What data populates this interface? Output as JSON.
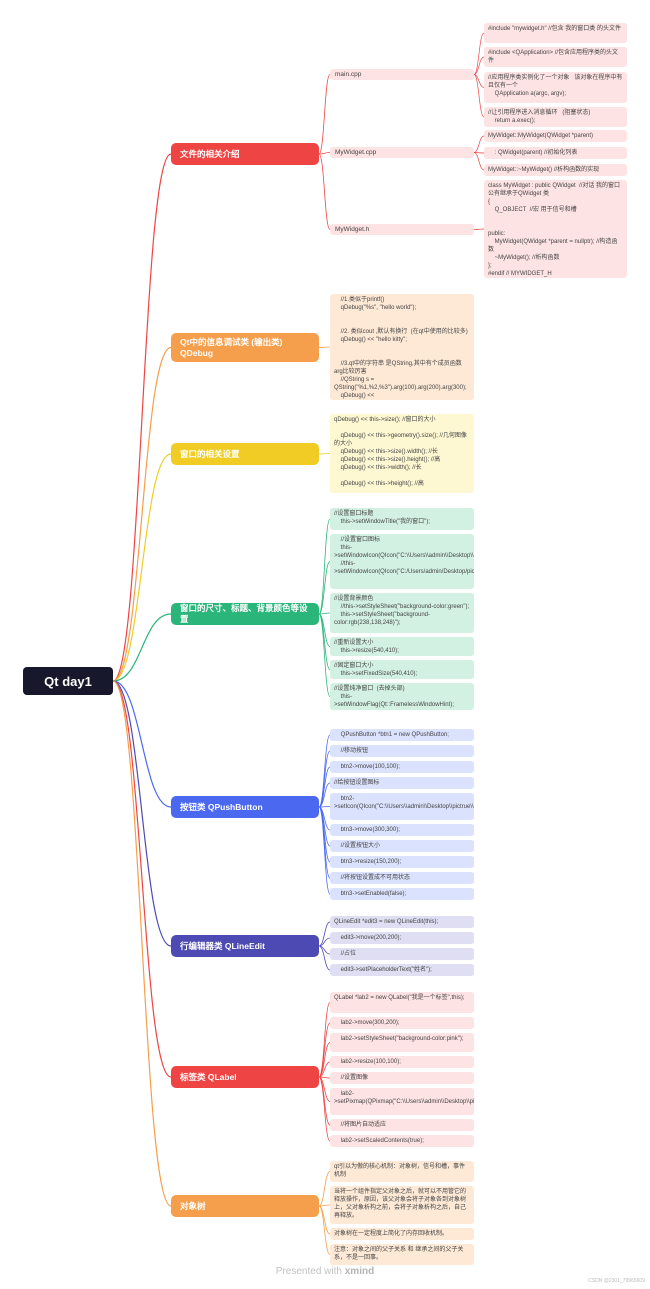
{
  "root": "Qt  day1",
  "colors": {
    "red": "#ef4444",
    "orange": "#f59e4b",
    "yellow": "#f0cc25",
    "green": "#2ab57a",
    "blue": "#4a68f0",
    "indigo": "#4e4ab3"
  },
  "branches": [
    {
      "title": "文件的相关介绍",
      "color": "#ef4444",
      "fill": "#fde3e3",
      "subs": [
        {
          "label": "main.cpp",
          "leaves": [
            "#include \"mywidget.h\" //包含 我的窗口类 的头文件",
            "#include <QApplication> //包含应用程序类的头文件",
            "//应用程序类实例化了一个对象   该对象在程序中有且仅有一个\n    QApplication a(argc, argv);",
            "//让引用程序进入消息循环   (阻塞状态)\n    return a.exec();"
          ]
        },
        {
          "label": "MyWidget.cpp",
          "leaves": [
            "MyWidget::MyWidget(QWidget *parent)",
            "    : QWidget(parent) //初始化列表",
            "MyWidget::~MyWidget() //析构函数的实现"
          ]
        },
        {
          "label": "MyWidget.h",
          "leaves": [
            "class MyWidget : public QWidget  //对话 我的窗口 公有继承于QWidget 类\n{\n    Q_OBJECT  //宏 用于信号和槽\n\n\npublic:\n    MyWidget(QWidget *parent = nullptr); //构造函数\n    ~MyWidget(); //析构函数\n};\n#endif // MYWIDGET_H"
          ]
        }
      ]
    },
    {
      "title": "Qt中的信息调试类  (输出类) QDebug",
      "color": "#f59e4b",
      "fill": "#fde9d6",
      "leaves": [
        "    //1.类似于printf()\n    qDebug(\"%s\", \"hello world\");\n\n\n    //2. 类似cout ,默认有换行  (在qt中使用的比较多)\n    qDebug() << \"hello kitty\";\n\n\n    //3.qt中的字符串 是QString,其中有个成员函数arg比较厉害\n    //QString s = QString(\"%1,%2,%3\").arg(100).arg(200).arg(300);\n    qDebug() << QString(\"%1,%2,%3\").arg(100).arg(200).arg(300);"
      ]
    },
    {
      "title": "窗口的相关设置",
      "color": "#f0cc25",
      "fill": "#fdf7d2",
      "leaves": [
        "qDebug() << this->size(); //窗口的大小\n\n    qDebug() << this->geometry().size(); //几何图像的大小\n    qDebug() << this->size().width(); //长\n    qDebug() << this->size().height(); //高\n    qDebug() << this->width(); //长\n\n    qDebug() << this->height(); //高"
      ]
    },
    {
      "title": "窗口的尺寸、标题、背景颜色等设置",
      "color": "#2ab57a",
      "fill": "#d3f1e3",
      "leaves": [
        "//设置窗口标题\n    this->setWindowTitle(\"我的窗口\");",
        "    //设置窗口图标\n    this->setWindowIcon(QIcon(\"C:\\\\Users\\\\admin\\\\Desktop\\\\pictrue\\\\qq.png\"));\n    //this->setWindowIcon(QIcon(\"C:/Users/admin/Desktop/pictrue/qq.png\"));",
        "//设置背景颜色\n    //this->setStyleSheet(\"background-color:green\");\n    this->setStyleSheet(\"background-color:rgb(238,138,248)\");",
        "//重新设置大小\n    this->resize(540,410);",
        "//固定窗口大小\n    this->setFixedSize(540,410);",
        "//设置纯净窗口  (去掉头部)\n    this->setWindowFlag(Qt::FramelessWindowHint);"
      ]
    },
    {
      "title": "按钮类  QPushButton",
      "color": "#4a68f0",
      "fill": "#dbe2fd",
      "leaves": [
        "    QPushButton *btn1 = new QPushButton;",
        "    //移动按钮",
        "    btn2->move(100,100);",
        "//给按钮设置图标",
        "    btn2->setIcon(QIcon(\"C:\\\\Users\\\\admin\\\\Desktop\\\\pictrue\\\\qq.png\"));",
        "    btn3->move(300,300);",
        "    //设置按钮大小",
        "    btn3->resize(150,200);",
        "    //将按钮设置成不可用状态",
        "    btn3->setEnabled(false);"
      ]
    },
    {
      "title": "行编辑器类 QLineEdit",
      "color": "#4e4ab3",
      "fill": "#dfdef3",
      "leaves": [
        "QLineEdit *edit3 = new QLineEdit(this);",
        "    edit3->move(200,200);",
        "    //占位",
        "    edit3->setPlaceholderText(\"姓名\");"
      ]
    },
    {
      "title": "标签类 QLabel",
      "color": "#ef4444",
      "fill": "#fde3e3",
      "leaves": [
        "QLabel *lab2 = new QLabel(\"我是一个标签\",this);",
        "    lab2->move(300,200);",
        "    lab2->setStyleSheet(\"background-color:pink\");",
        "    lab2->resize(100,100);",
        "    //设置图像",
        "    lab2->setPixmap(QPixmap(\"C:\\\\Users\\\\admin\\\\Desktop\\\\pictrue\\\\logo.png\"));",
        "    //将图片自动适应",
        "    lab2->setScaledContents(true);"
      ]
    },
    {
      "title": "对象树",
      "color": "#f59e4b",
      "fill": "#fde9d6",
      "leaves": [
        "qt引以为傲的核心机制：对象树，信号和槽，事件机制",
        "当将一个组件指定父对象之后，就可以不用管它的释放操作，原因，该父对象会将子对象各到对象树上，父对象析构之前，会将子对象析构之后，自己再释放。",
        "对象树在一定程度上简化了内存回收机制。",
        "注意：对象之间的父子关系 和 继承之间的父子关系，不是一回事。"
      ]
    }
  ],
  "footer": {
    "prefix": "Presented with",
    "brand": "xmind"
  },
  "watermark": "CSDN @2301_79965609"
}
